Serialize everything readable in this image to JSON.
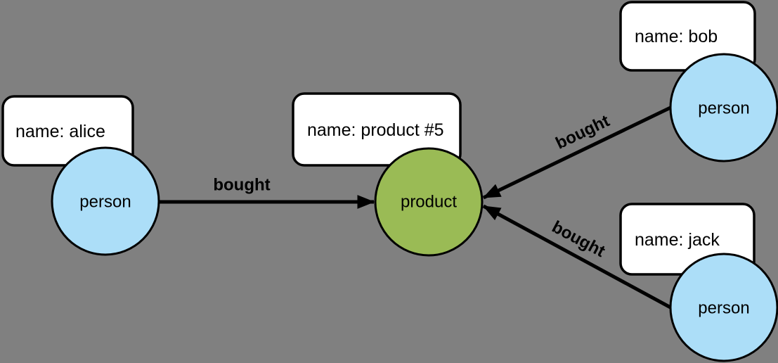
{
  "diagram": {
    "type": "property-graph",
    "background_color": "#808080",
    "colors": {
      "person_fill": "#ACDEF8",
      "product_fill": "#9ABB55",
      "box_fill": "#FFFFFF",
      "stroke": "#000000"
    },
    "nodes": [
      {
        "id": "alice",
        "label": "person",
        "property": "name: alice"
      },
      {
        "id": "product-5",
        "label": "product",
        "property": "name: product #5"
      },
      {
        "id": "bob",
        "label": "person",
        "property": "name: bob"
      },
      {
        "id": "jack",
        "label": "person",
        "property": "name: jack"
      }
    ],
    "edges": [
      {
        "from": "alice",
        "to": "product-5",
        "label": "bought"
      },
      {
        "from": "bob",
        "to": "product-5",
        "label": "bought"
      },
      {
        "from": "jack",
        "to": "product-5",
        "label": "bought"
      }
    ]
  }
}
